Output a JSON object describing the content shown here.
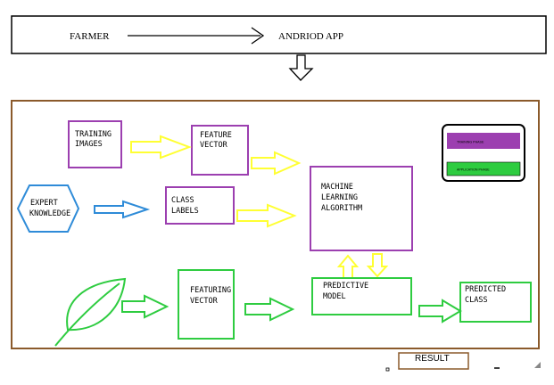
{
  "header": {
    "farmer": "FARMER",
    "android_app": "ANDRIOD APP"
  },
  "legend": {
    "training_phase": "TRAINING PHASE",
    "application_phase": "APPLICATION PHASE"
  },
  "nodes": {
    "training_images": [
      "TRAINING",
      "IMAGES"
    ],
    "feature_vector": [
      "FEATURE",
      "VECTOR"
    ],
    "expert_knowledge": [
      "EXPERT",
      "KNOWLEDGE"
    ],
    "class_labels": [
      "CLASS",
      "LABELS"
    ],
    "ml_algorithm": [
      "MACHINE",
      "LEARNING",
      "ALGORITHM"
    ],
    "featuring_vector": [
      "FEATURING",
      "VECTOR"
    ],
    "predictive_model": [
      "PREDICTIVE",
      "MODEL"
    ],
    "predicted_class": [
      "PREDICTED",
      "CLASS"
    ]
  },
  "result": "RESULT",
  "colors": {
    "training": "#9c3fb0",
    "application": "#2ecc40",
    "yellow_arrow": "#ffff33",
    "blue": "#2e8bd8",
    "frame": "#8b5a2b"
  }
}
